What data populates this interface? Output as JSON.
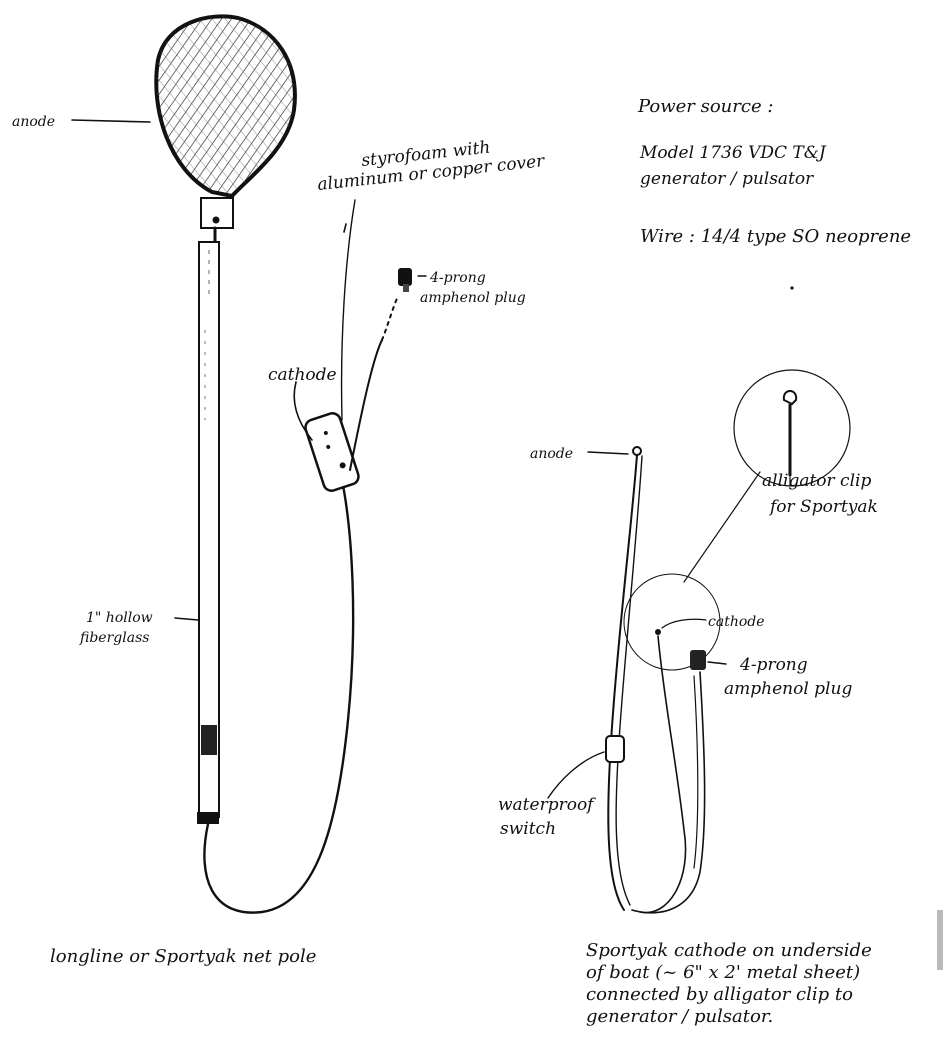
{
  "power": {
    "title": "Power source :",
    "model_line1": "Model 1736 VDC T&J",
    "model_line2": "generator / pulsator",
    "wire": "Wire : 14/4 type SO neoprene"
  },
  "netpole": {
    "anode_label": "anode",
    "pole_label_1": "1\" hollow",
    "pole_label_2": "fiberglass",
    "cathode_label": "cathode",
    "styro_label_1": "styrofoam with",
    "styro_label_2": "aluminum or copper cover",
    "plug_label_1": "4-prong",
    "plug_label_2": "amphenol plug",
    "caption": "longline or Sportyak net pole"
  },
  "sportyak": {
    "anode_label": "anode",
    "clip_label_1": "alligator clip",
    "clip_label_2": "for Sportyak",
    "cathode_label": "cathode",
    "plug_label_1": "4-prong",
    "plug_label_2": "amphenol plug",
    "switch_label_1": "waterproof",
    "switch_label_2": "switch",
    "caption_1": "Sportyak cathode on underside",
    "caption_2": "of boat (~ 6\" x 2' metal sheet)",
    "caption_3": "connected by alligator clip to",
    "caption_4": "generator / pulsator."
  }
}
